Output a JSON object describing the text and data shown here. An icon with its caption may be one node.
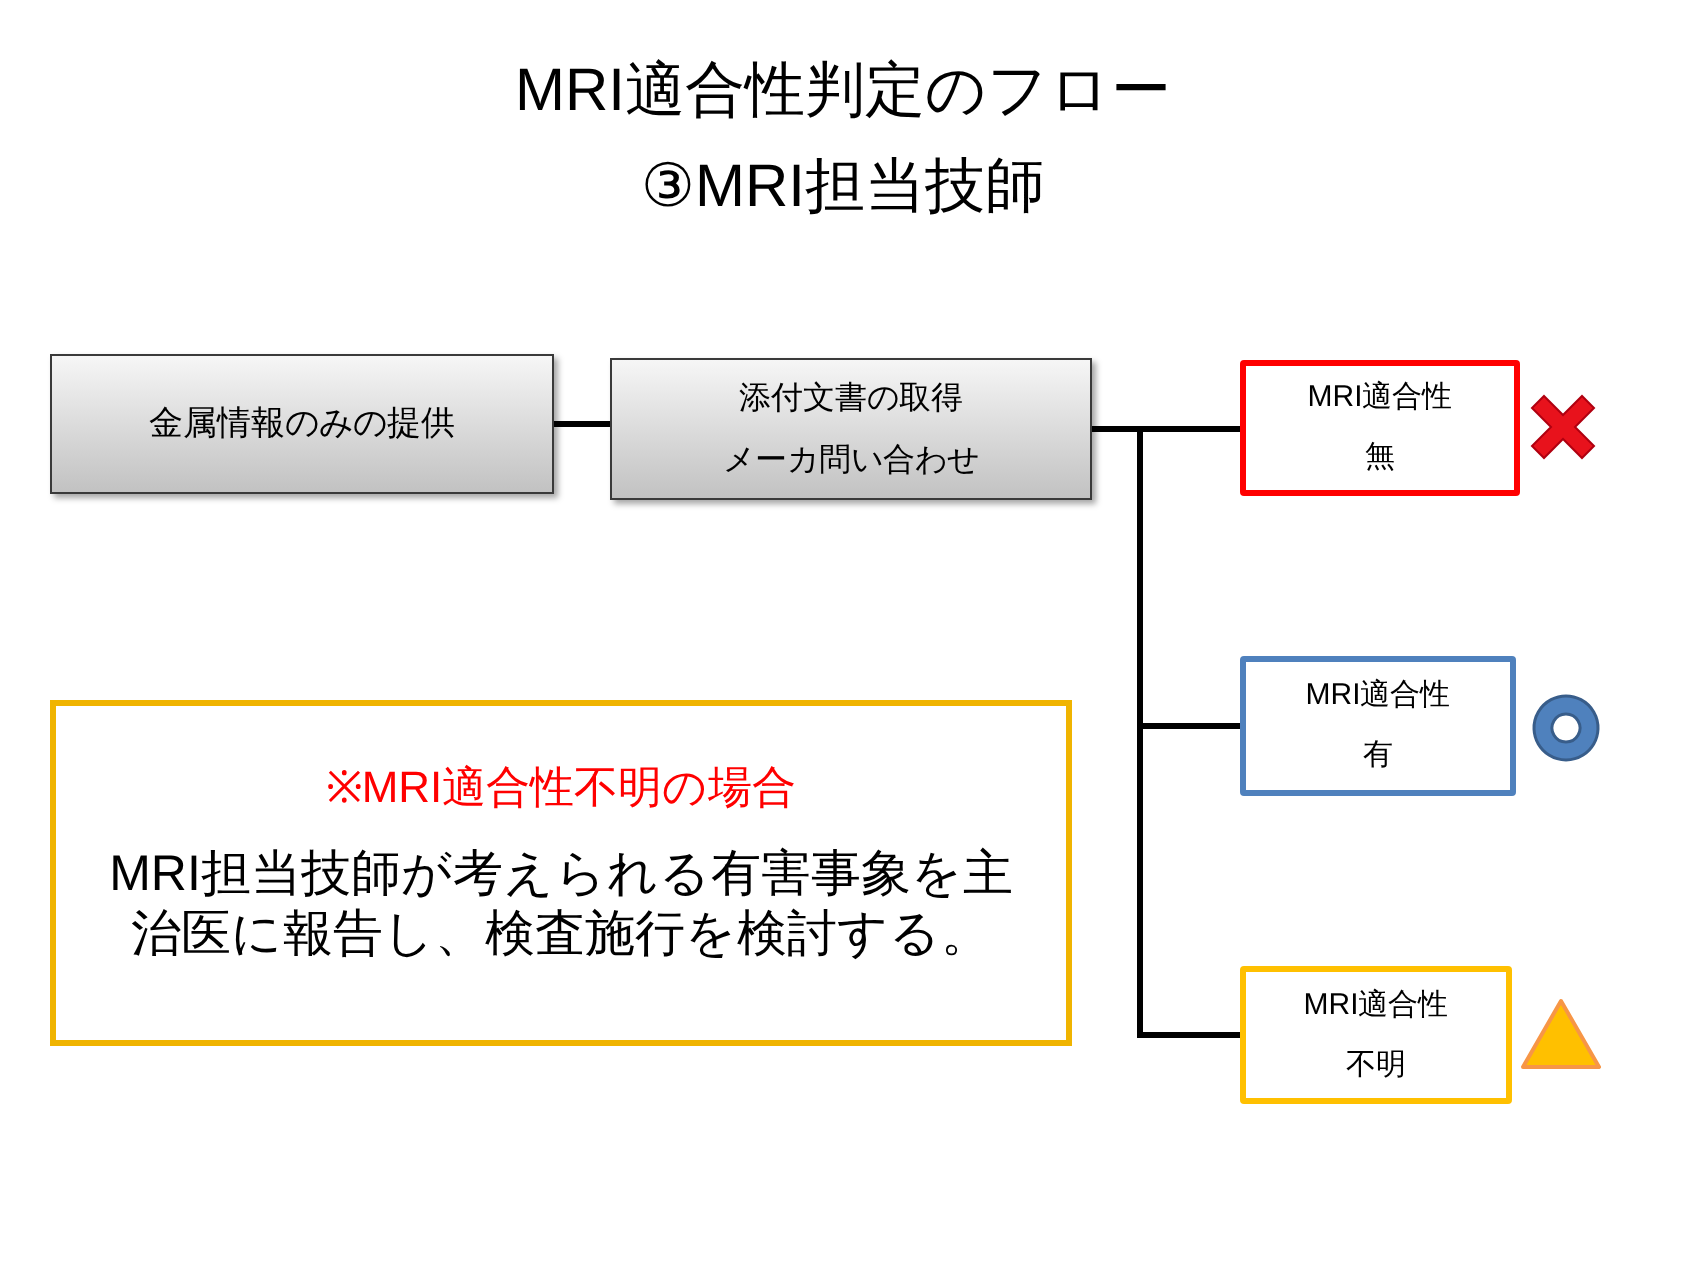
{
  "diagram": {
    "title": "MRI適合性判定のフロー",
    "nodes": [
      {
        "text": [
          "金属情報のみの提供"
        ]
      },
      {
        "text": [
          "添付文書の取得",
          "メーカ問い合わせ"
        ]
      },
      {
        "text": [
          "MRI適合性",
          "無"
        ]
      },
      {
        "text": [
          "MRI適合性",
          "有"
        ]
      },
      {
        "text": [
          "MRI適合性",
          "不明"
        ]
      },
      {
        "text": [
          "※MRI適合性不明の場合",
          "MRI担当技師が考えられる有害事象を主治医に報告し、検査施行を検討する。"
        ]
      }
    ],
    "edges": [
      {
        "from": 0,
        "to": 1,
        "arrow": "none"
      },
      {
        "from": 1,
        "to": 2,
        "arrow": "none"
      },
      {
        "from": 1,
        "to": 3,
        "arrow": "none"
      },
      {
        "from": 1,
        "to": 4,
        "arrow": "none"
      }
    ],
    "labels": [
      "③MRI担当技師"
    ]
  }
}
